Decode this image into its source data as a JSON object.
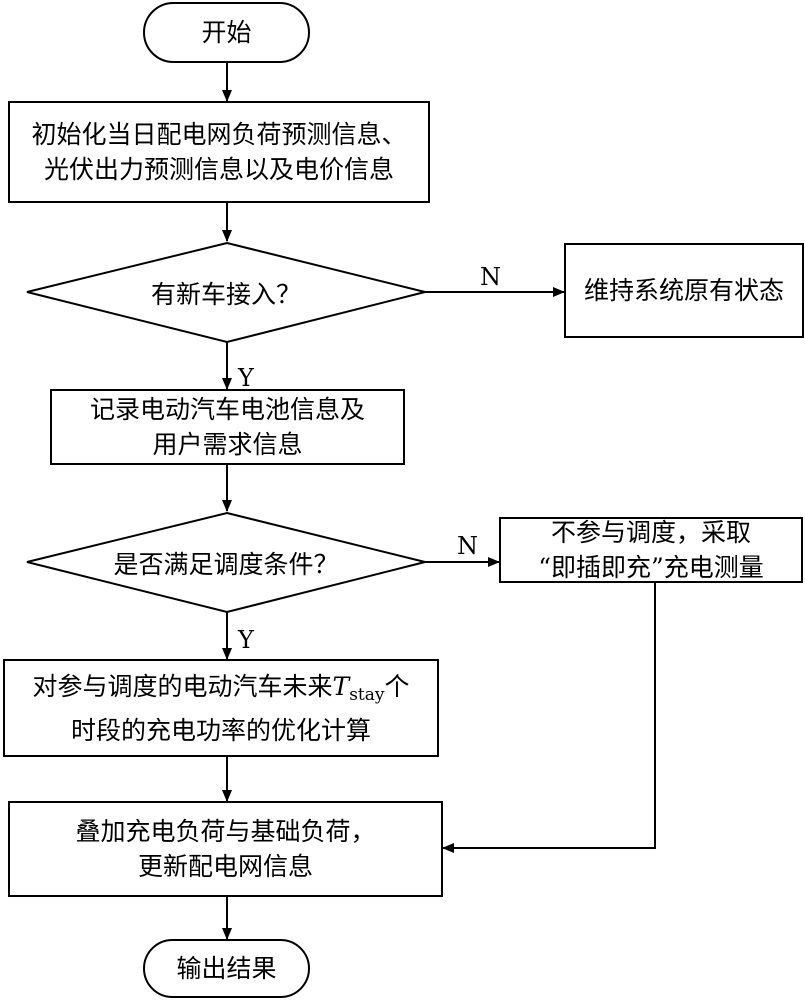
{
  "nodes": {
    "start": {
      "text": "开始"
    },
    "init": {
      "lines": [
        "初始化当日配电网负荷预测信息、",
        "光伏出力预测信息以及电价信息"
      ]
    },
    "new_car": {
      "text": "有新车接入？"
    },
    "keep_state": {
      "text": "维持系统原有状态"
    },
    "record": {
      "lines": [
        "记录电动汽车电池信息及",
        "用户需求信息"
      ]
    },
    "condition": {
      "text": "是否满足调度条件？"
    },
    "no_dispatch": {
      "lines": [
        "不参与调度，采取",
        "“即插即充”充电测量"
      ]
    },
    "optimize": {
      "line1_before": "对参与调度的电动汽车未来",
      "line1_var": "T",
      "line1_sub": "stay",
      "line1_after": "个",
      "line2": "时段的充电功率的优化计算"
    },
    "superpose": {
      "lines": [
        "叠加充电负荷与基础负荷，",
        "更新配电网信息"
      ]
    },
    "end": {
      "text": "输出结果"
    }
  },
  "edge_labels": {
    "new_car_no": "N",
    "new_car_yes": "Y",
    "condition_no": "N",
    "condition_yes": "Y"
  }
}
